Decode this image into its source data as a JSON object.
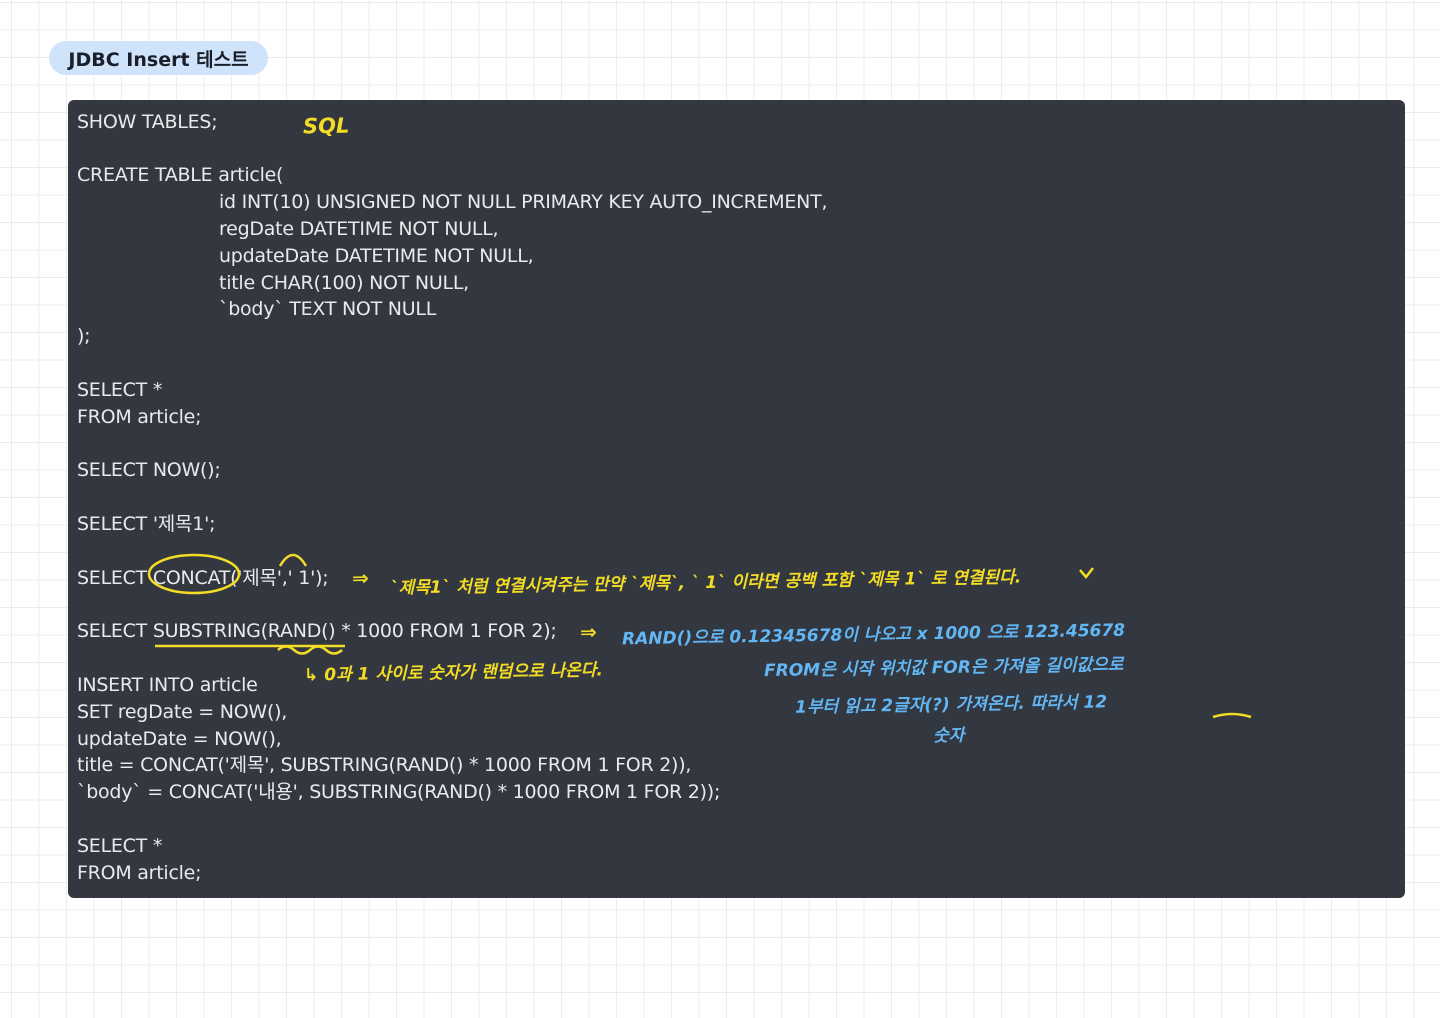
{
  "page": {
    "title": "JDBC Insert 테스트"
  },
  "code": {
    "lines": [
      "SHOW TABLES;",
      "CREATE TABLE article(",
      "id INT(10) UNSIGNED NOT NULL PRIMARY KEY AUTO_INCREMENT,",
      "regDate DATETIME NOT NULL,",
      "updateDate DATETIME NOT NULL,",
      "title CHAR(100) NOT NULL,",
      "`body` TEXT NOT NULL",
      ");",
      "SELECT *",
      "FROM article;",
      "SELECT NOW();",
      "SELECT '제목1';",
      "SELECT CONCAT('제목',' 1');",
      "SELECT SUBSTRING(RAND() * 1000 FROM 1 FOR 2);",
      "INSERT INTO article",
      "SET regDate = NOW(),",
      "updateDate = NOW(),",
      "title = CONCAT('제목', SUBSTRING(RAND() * 1000 FROM 1 FOR 2)),",
      "`body` = CONCAT('내용', SUBSTRING(RAND() * 1000 FROM 1 FOR 2));",
      "SELECT *",
      "FROM article;"
    ]
  },
  "annotations": {
    "sql_label": "SQL",
    "concat_note": "`제목1` 처럼 연결시켜주는  만약 `제목`, ` 1` 이라면  공백 포함  `제목 1` 로 연결된다.",
    "arrow": "⇒",
    "rand_note_1": "RAND()으로 0.12345678이 나오고 x 1000 으로 123.45678",
    "rand_note_2": "FROM은 시작 위치값  FOR은 가져올 길이값으로",
    "rand_note_3": "1부터 읽고 2글자(?) 가져온다.  따라서 12",
    "rand_note_4": "숫자",
    "random_note": "↳ 0과 1 사이로 숫자가 랜덤으로 나온다."
  },
  "colors": {
    "card_bg": "#33373f",
    "code_text": "#e9eaec",
    "highlight_yellow": "#f2dc25",
    "highlight_blue": "#62b6f4",
    "pill_bg": "#cfe3fa"
  }
}
